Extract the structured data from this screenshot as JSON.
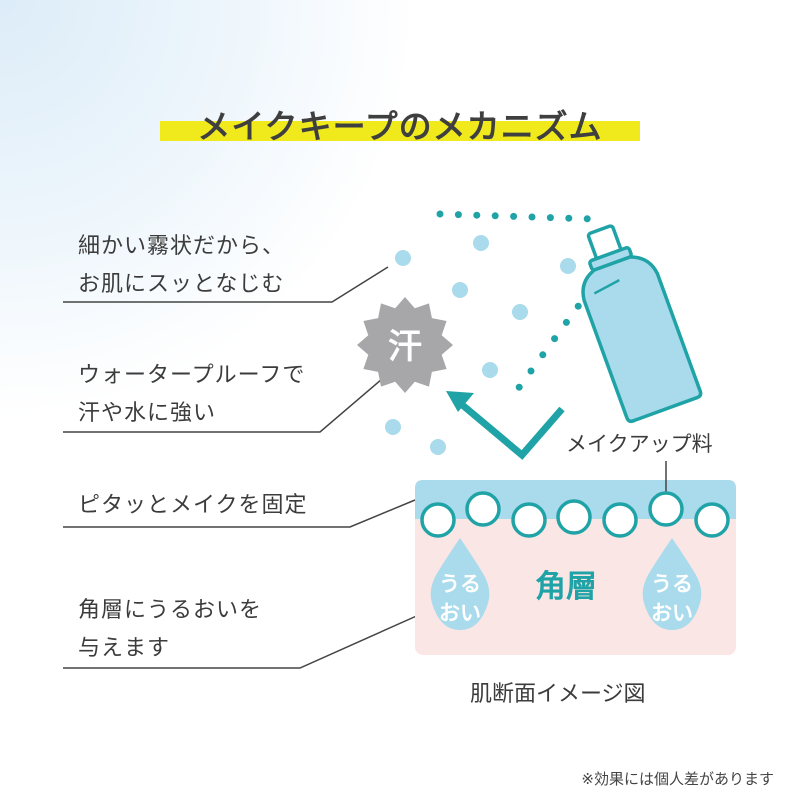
{
  "title": "メイクキープのメカニズム",
  "labels": {
    "mist": [
      "細かい霧状だから、",
      "お肌にスッとなじむ"
    ],
    "waterproof": [
      "ウォータープルーフで",
      "汗や水に強い"
    ],
    "fix": [
      "ピタッとメイクを固定"
    ],
    "moist": [
      "角層にうるおいを",
      "与えます"
    ]
  },
  "diagram": {
    "sweat": "汗",
    "makeup": "メイクアップ料",
    "stratum": "角層",
    "drop_line1": "うる",
    "drop_line2": "おい",
    "caption": "肌断面イメージ図"
  },
  "note": "※効果には個人差があります",
  "colors": {
    "teal": "#1fa3a6",
    "light_blue": "#a9dbec",
    "pink": "#fbe6e6",
    "gray": "#a7a7a9",
    "yellow": "#f0ea1c"
  }
}
